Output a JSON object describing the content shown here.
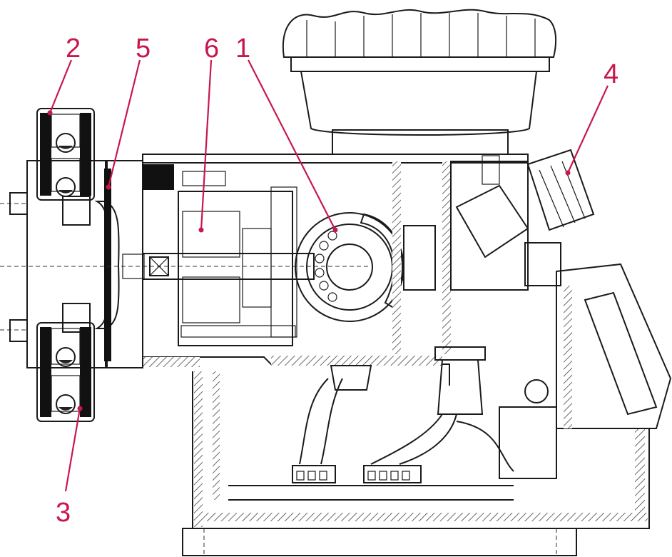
{
  "diagram": {
    "callouts": [
      {
        "id": "1",
        "label": "1"
      },
      {
        "id": "2",
        "label": "2"
      },
      {
        "id": "3",
        "label": "3"
      },
      {
        "id": "4",
        "label": "4"
      },
      {
        "id": "5",
        "label": "5"
      },
      {
        "id": "6",
        "label": "6"
      }
    ]
  },
  "colors": {
    "callout": "#c8174b",
    "line": "#1a1a1a",
    "hatch": "#444444",
    "background": "#ffffff"
  }
}
